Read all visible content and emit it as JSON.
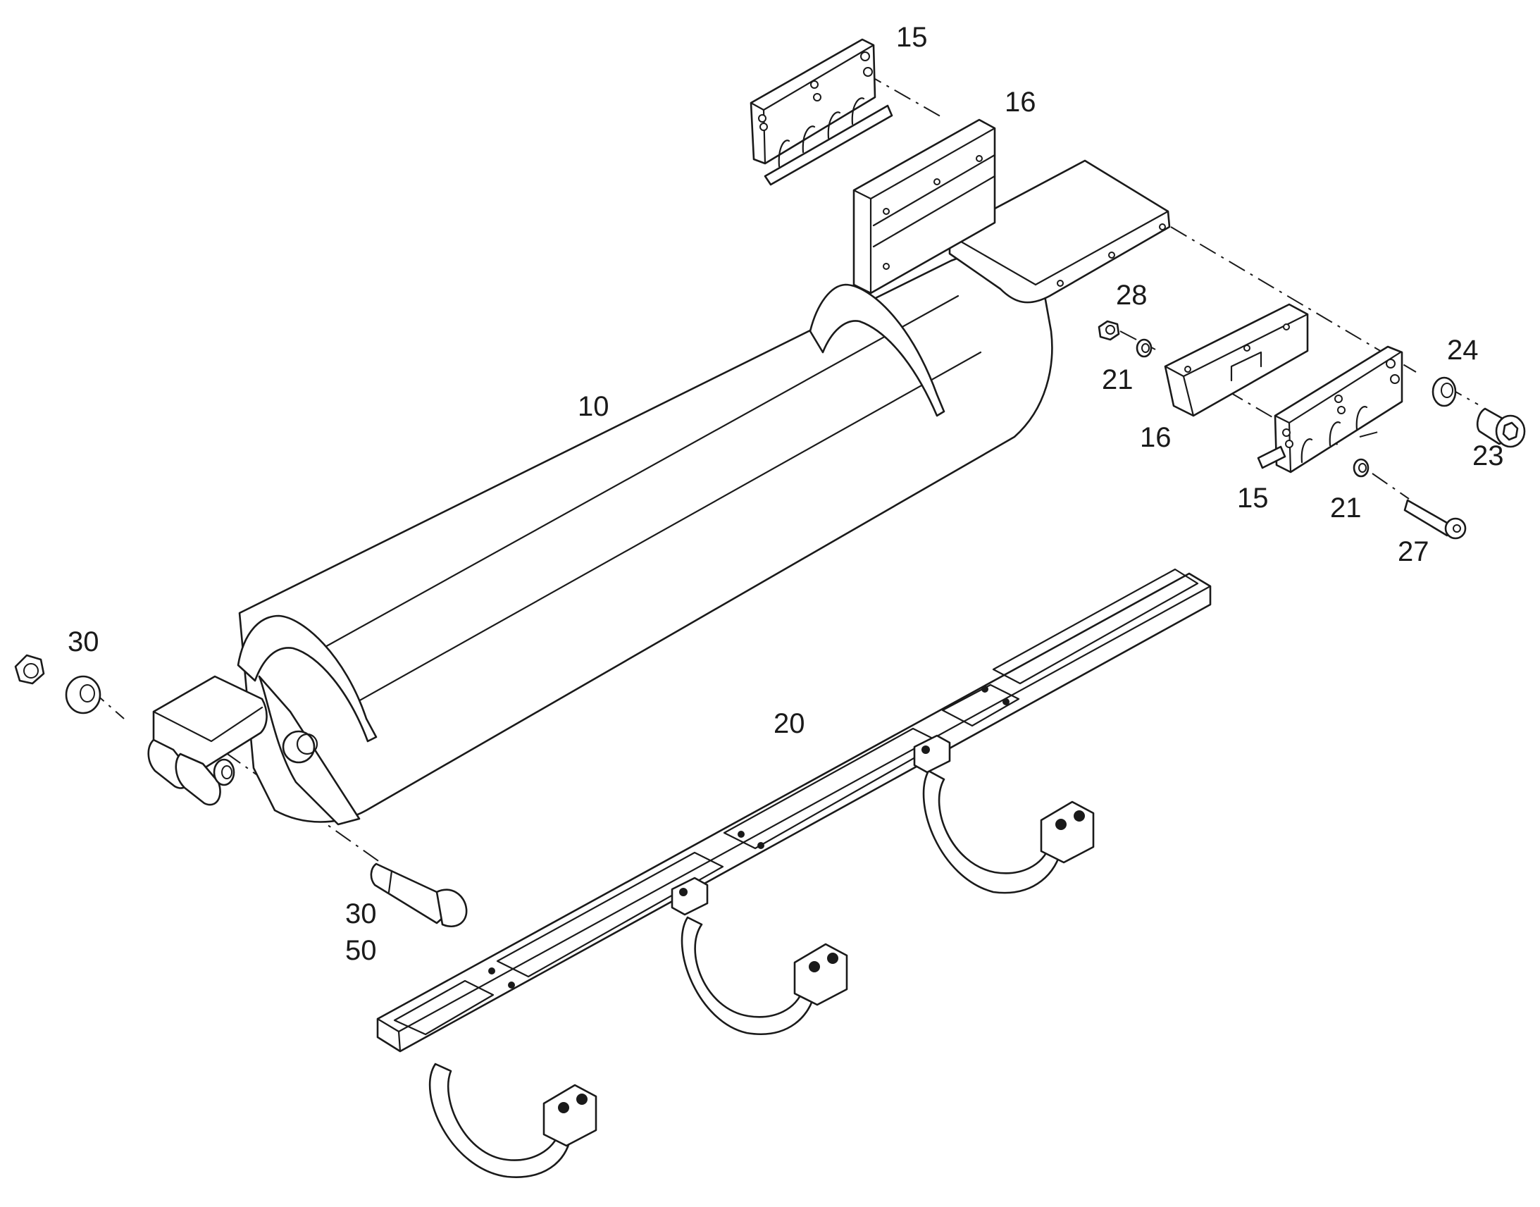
{
  "colors": {
    "line": "#1a1a1a",
    "background": "#ffffff"
  },
  "callouts": {
    "c10": "10",
    "c15_top": "15",
    "c16_top": "16",
    "c28": "28",
    "c21_top": "21",
    "c16_bottom": "16",
    "c24": "24",
    "c23": "23",
    "c15_bottom": "15",
    "c21_bottom": "21",
    "c27": "27",
    "c30_left": "30",
    "c20": "20",
    "c30_pin": "30",
    "c50": "50"
  }
}
